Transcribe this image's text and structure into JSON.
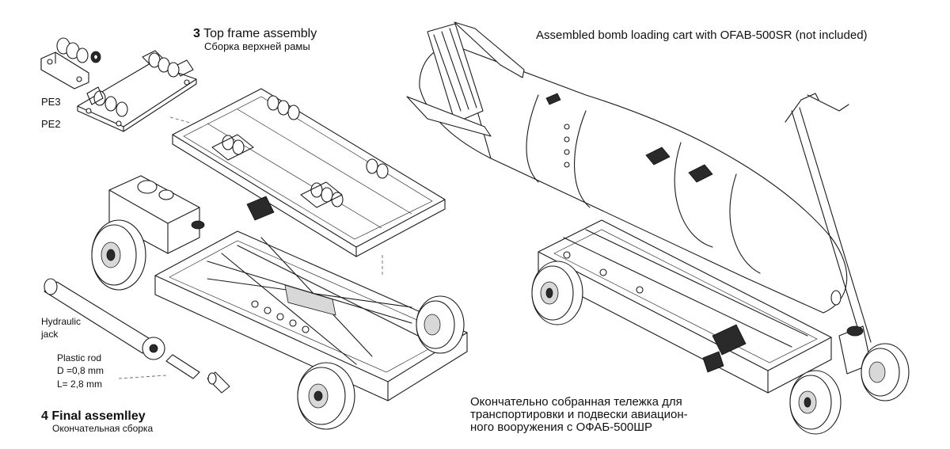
{
  "labels": {
    "top_frame": {
      "number": "3",
      "title": "Top frame assembly",
      "subtitle": "Сборка верхней рамы"
    },
    "assembled": {
      "title": "Assembled bomb loading cart with OFAB-500SR (not included)"
    },
    "pe3": "PE3",
    "pe2": "PE2",
    "hydraulic": {
      "line1": "Hydraulic",
      "line2": "jack"
    },
    "plastic_rod": {
      "title": "Plastic rod",
      "d": "D =0,8 mm",
      "l": "L= 2,8 mm"
    },
    "final": {
      "number": "4",
      "title": "Final assemlley",
      "subtitle": "Окончательная сборка"
    },
    "russian_caption": {
      "line1": "Окончательно собранная тележка для",
      "line2": "транспортировки и подвески авиацион-",
      "line3": "ного вооружения с ОФАБ-500ШР"
    }
  }
}
